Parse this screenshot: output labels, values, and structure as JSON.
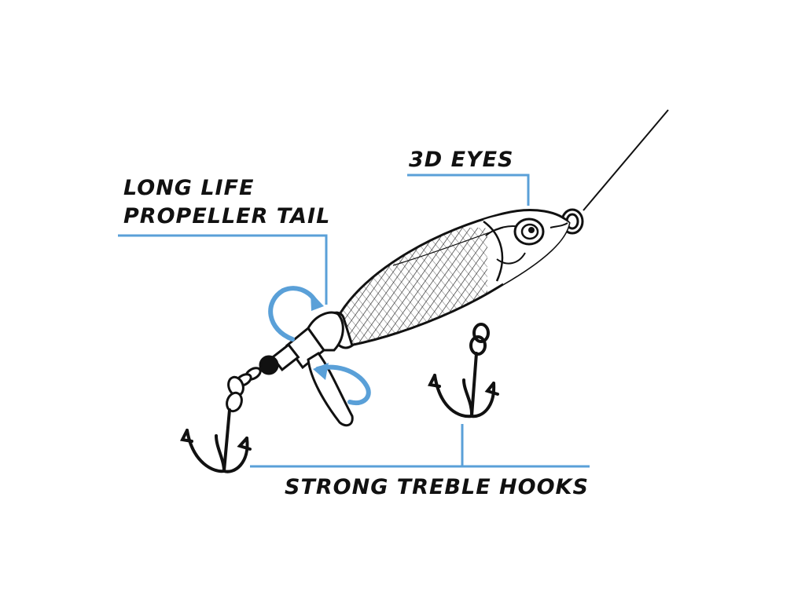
{
  "labels": {
    "eyes": "3D EYES",
    "propeller_line1": "LONG LIFE",
    "propeller_line2": "PROPELLER TAIL",
    "hooks": "STRONG TREBLE HOOKS"
  },
  "colors": {
    "ink": "#111111",
    "accent": "#5aa0d8",
    "background": "#ffffff"
  },
  "icons": [
    "fish-lure-drawing",
    "rotation-arrow-icon",
    "treble-hook-icon"
  ]
}
